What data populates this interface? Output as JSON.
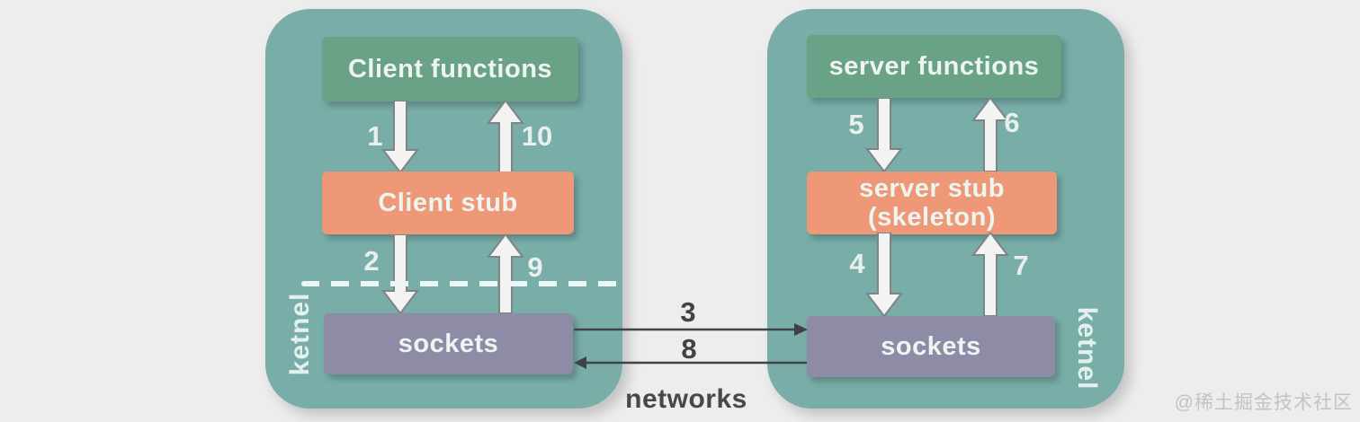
{
  "client_panel": {
    "functions_box": "Client functions",
    "stub_box": "Client stub",
    "sockets_box": "sockets",
    "kernel_side_label": "ketnel",
    "step_down_to_stub": "1",
    "step_up_from_stub": "10",
    "step_down_to_sockets": "2",
    "step_up_from_sockets": "9"
  },
  "server_panel": {
    "functions_box": "server functions",
    "stub_box_line1": "server stub",
    "stub_box_line2": "(skeleton)",
    "sockets_box": "sockets",
    "kernel_side_label": "ketnel",
    "step_down_to_stub": "5",
    "step_up_from_stub": "6",
    "step_down_to_sockets": "4",
    "step_up_from_sockets": "7"
  },
  "network_link": {
    "request_step": "3",
    "response_step": "8",
    "caption": "networks"
  },
  "watermark": "@稀土掘金技术社区",
  "colors": {
    "background": "#ededed",
    "panel": "#78ada8",
    "functions_box": "#69a286",
    "stub_box": "#ee9877",
    "sockets_box": "#8d8ba6",
    "light_text": "#eef4f0",
    "dark_text": "#46484a",
    "watermark_text": "#c4c3c3"
  }
}
